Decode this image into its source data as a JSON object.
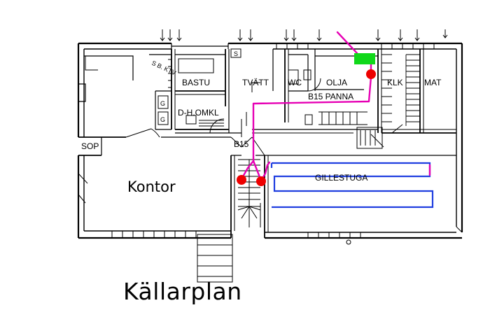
{
  "plan": {
    "title": "Källarplan",
    "rooms": {
      "bastu": "BASTU",
      "tvatt": "TVÄTT",
      "wc": "WC",
      "olja": "OLJA",
      "klk": "KLK",
      "mat": "MAT",
      "panna": "B15 PANNA",
      "dhomkl": "D-H.OMKL",
      "b15": "B15",
      "sop": "SOP",
      "kontor": "Kontor",
      "gillestuga": "GILLESTUGA"
    },
    "marks": {
      "s_label": "S",
      "g_top": "G",
      "g_bottom": "G",
      "misc": "S B. KTV"
    }
  },
  "colors": {
    "wall": "#000000",
    "pipe": "#e600b4",
    "heater": "#1f3ee0",
    "valve": "#ee0000",
    "tank": "#10d81a"
  }
}
